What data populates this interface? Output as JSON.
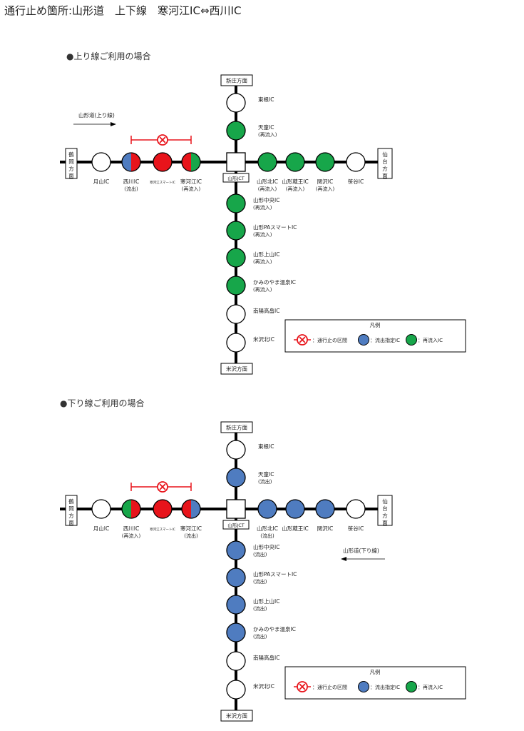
{
  "page_title": "通行止め箇所:山形道　上下線　寒河江IC⇔西川IC",
  "colors": {
    "closed": "#e8141b",
    "exit_only": "#4f7cc0",
    "re_entry": "#17a64a",
    "normal": "#ffffff",
    "line": "#000000"
  },
  "icons": {
    "closure_symbol": "circle-x-icon",
    "jct_box": "square-box-icon"
  },
  "sections": [
    {
      "title": "●上り線ご利用の場合",
      "direction_label": "山形道(上り線)",
      "direction": "right",
      "dest_top": "新庄方面",
      "dest_bottom": "米沢方面",
      "dest_left": "鶴岡方面",
      "dest_right": "仙台方面",
      "jct_label": "山形JCT",
      "legend": {
        "title": "凡例",
        "closed": "：通行止の区間",
        "exit": "：流出指定IC",
        "reentry": "：再流入IC"
      },
      "horizontal": [
        {
          "name": "月山IC",
          "note": "",
          "status": "normal"
        },
        {
          "name": "西川IC",
          "note": "(流出)",
          "status": "split",
          "left": "exit_only",
          "right": "closed"
        },
        {
          "name": "寒河江スマートIC",
          "note": "",
          "status": "closed"
        },
        {
          "name": "寒河江IC",
          "note": "(再流入)",
          "status": "split",
          "left": "closed",
          "right": "re_entry"
        },
        {
          "name": "山形北IC",
          "note": "(再流入)",
          "status": "re_entry"
        },
        {
          "name": "山形蔵王IC",
          "note": "(再流入)",
          "status": "re_entry"
        },
        {
          "name": "関沢IC",
          "note": "(再流入)",
          "status": "re_entry"
        },
        {
          "name": "笹谷IC",
          "note": "",
          "status": "normal"
        }
      ],
      "vertical_top": [
        {
          "name": "東根IC",
          "note": "",
          "status": "normal"
        },
        {
          "name": "天童IC",
          "note": "(再流入)",
          "status": "re_entry"
        }
      ],
      "vertical_bottom": [
        {
          "name": "山形中央IC",
          "note": "(再流入)",
          "status": "re_entry"
        },
        {
          "name": "山形PAスマートIC",
          "note": "(再流入)",
          "status": "re_entry"
        },
        {
          "name": "山形上山IC",
          "note": "(再流入)",
          "status": "re_entry"
        },
        {
          "name": "かみのやま温泉IC",
          "note": "(再流入)",
          "status": "re_entry"
        },
        {
          "name": "南陽高畠IC",
          "note": "",
          "status": "normal"
        },
        {
          "name": "米沢北IC",
          "note": "",
          "status": "normal"
        }
      ]
    },
    {
      "title": "●下り線ご利用の場合",
      "direction_label": "山形道(下り線)",
      "direction": "left",
      "dest_top": "新庄方面",
      "dest_bottom": "米沢方面",
      "dest_left": "鶴岡方面",
      "dest_right": "仙台方面",
      "jct_label": "山形JCT",
      "legend": {
        "title": "凡例",
        "closed": "：通行止の区間",
        "exit": "：流出指定IC",
        "reentry": "：再流入IC"
      },
      "horizontal": [
        {
          "name": "月山IC",
          "note": "",
          "status": "normal"
        },
        {
          "name": "西川IC",
          "note": "(再流入)",
          "status": "split",
          "left": "re_entry",
          "right": "closed"
        },
        {
          "name": "寒河江スマートIC",
          "note": "",
          "status": "closed"
        },
        {
          "name": "寒河江IC",
          "note": "(流出)",
          "status": "split",
          "left": "closed",
          "right": "exit_only"
        },
        {
          "name": "山形北IC",
          "note": "(流出)",
          "status": "exit_only"
        },
        {
          "name": "山形蔵王IC",
          "note": "",
          "status": "exit_only"
        },
        {
          "name": "関沢IC",
          "note": "",
          "status": "exit_only"
        },
        {
          "name": "笹谷IC",
          "note": "",
          "status": "normal"
        }
      ],
      "vertical_top": [
        {
          "name": "東根IC",
          "note": "",
          "status": "normal"
        },
        {
          "name": "天童IC",
          "note": "(流出)",
          "status": "exit_only"
        }
      ],
      "vertical_bottom": [
        {
          "name": "山形中央IC",
          "note": "(流出)",
          "status": "exit_only"
        },
        {
          "name": "山形PAスマートIC",
          "note": "(流出)",
          "status": "exit_only"
        },
        {
          "name": "山形上山IC",
          "note": "(流出)",
          "status": "exit_only"
        },
        {
          "name": "かみのやま温泉IC",
          "note": "(流出)",
          "status": "exit_only"
        },
        {
          "name": "南陽高畠IC",
          "note": "",
          "status": "normal"
        },
        {
          "name": "米沢北IC",
          "note": "",
          "status": "normal"
        }
      ]
    }
  ]
}
